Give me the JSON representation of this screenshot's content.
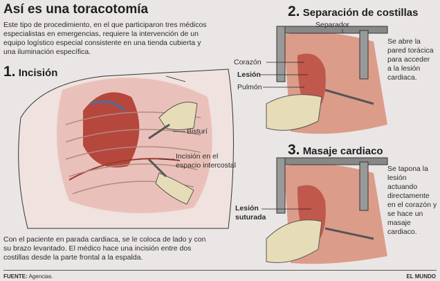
{
  "title": "Así es una toracotomía",
  "intro": "Este tipo de procedimiento, en el que participaron tres médicos especialistas en emergencias, requiere la intervención de un equipo logístico especial consistente en una tienda cubierta y una iluminación específica.",
  "step1": {
    "number": "1.",
    "heading": "Incisión",
    "labels": {
      "bisturi": "Bisturí",
      "incision": "Incisión en el espacio intercostal"
    },
    "caption": "Con el paciente en parada cardiaca, se le coloca de lado y con su brazo levantado. El médico hace una incisión entre dos costillas desde la parte frontal a la espalda."
  },
  "step2": {
    "number": "2.",
    "heading": "Separación de costillas",
    "labels": {
      "separador": "Separador",
      "corazon": "Corazón",
      "lesion": "Lesión",
      "pulmon": "Pulmón"
    },
    "caption": "Se abre la pared torácica para acceder a la lesión cardiaca."
  },
  "step3": {
    "number": "3.",
    "heading": "Masaje cardiaco",
    "labels": {
      "lesion_suturada": "Lesión suturada"
    },
    "caption": "Se tapona la lesión actuando directamente en el corazón y se hace un masaje cardiaco."
  },
  "footer": {
    "source_label": "FUENTE:",
    "source": "Agencias.",
    "brand": "EL MUNDO"
  }
}
